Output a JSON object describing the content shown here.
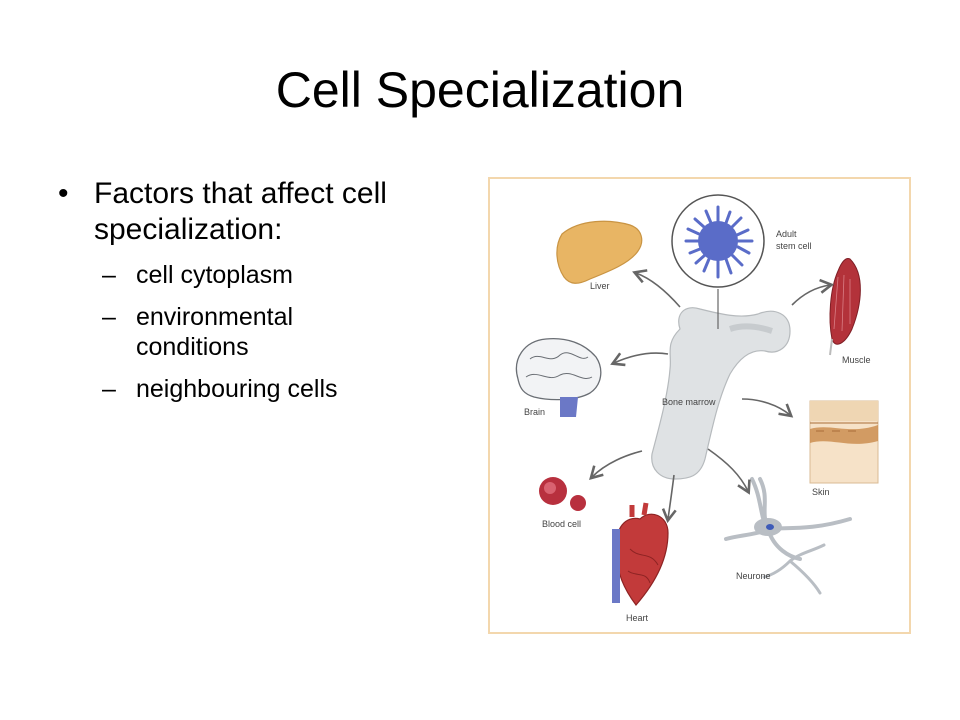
{
  "slide": {
    "title": "Cell Specialization",
    "bullet": "Factors that affect cell specialization:",
    "sub_bullets": [
      "cell cytoplasm",
      "environmental conditions",
      "neighbouring cells"
    ],
    "bullet_glyph": "•",
    "dash_glyph": "–"
  },
  "figure": {
    "labels": {
      "stem_cell_line1": "Adult",
      "stem_cell_line2": "stem cell",
      "liver": "Liver",
      "muscle": "Muscle",
      "brain": "Brain",
      "bone_marrow": "Bone marrow",
      "skin": "Skin",
      "blood_cell": "Blood cell",
      "neurone": "Neurone",
      "heart": "Heart"
    },
    "colors": {
      "border": "#f3d7ad",
      "liver": "#e8b564",
      "muscle": "#b3323a",
      "stem_cell": "#5a6cc8",
      "blood": "#b8303e",
      "heart": "#c23a3a",
      "neurone": "#b9bec4",
      "bone": "#dfe2e4"
    }
  }
}
